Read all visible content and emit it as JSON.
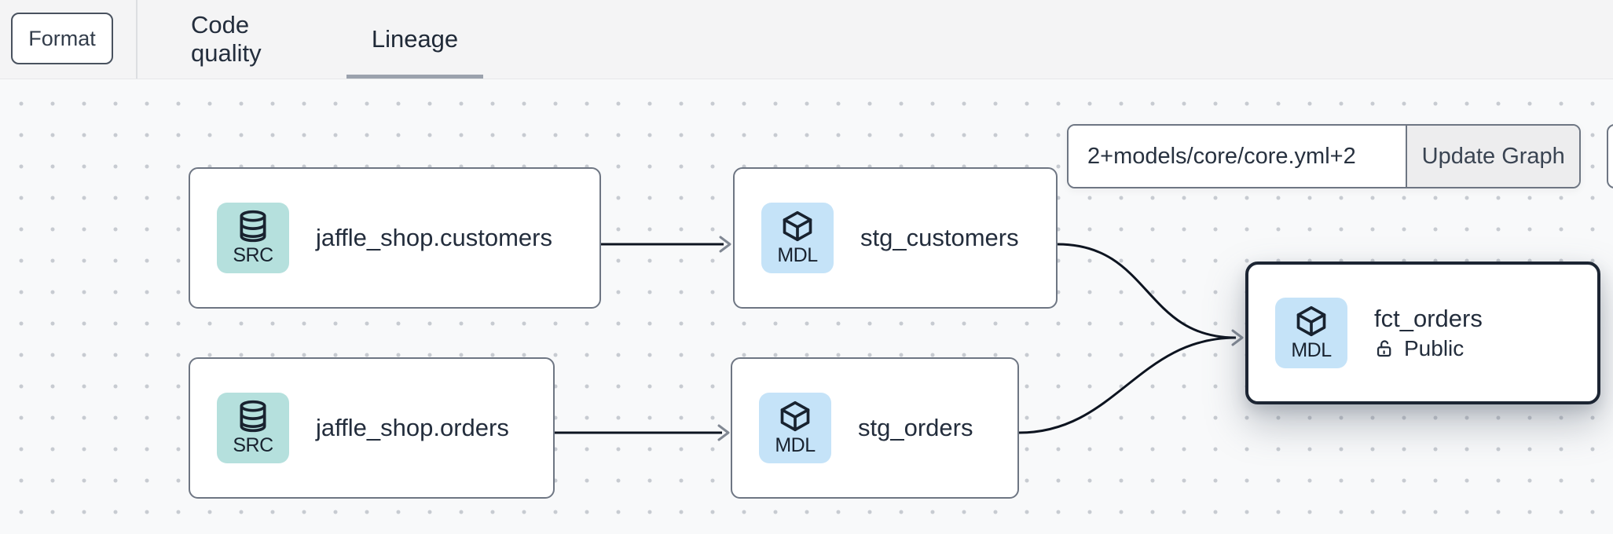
{
  "header": {
    "format_button": "Format",
    "tabs": [
      {
        "label": "Code quality",
        "active": false
      },
      {
        "label": "Lineage",
        "active": true
      }
    ]
  },
  "toolbar": {
    "selector_value": "2+models/core/core.yml+2",
    "update_button": "Update Graph"
  },
  "graph": {
    "nodes": [
      {
        "id": "src_customers",
        "title": "jaffle_shop.customers",
        "badge": "SRC",
        "type": "source",
        "icon": "database-icon",
        "selected": false
      },
      {
        "id": "stg_customers",
        "title": "stg_customers",
        "badge": "MDL",
        "type": "model",
        "icon": "cube-icon",
        "selected": false
      },
      {
        "id": "src_orders",
        "title": "jaffle_shop.orders",
        "badge": "SRC",
        "type": "source",
        "icon": "database-icon",
        "selected": false
      },
      {
        "id": "stg_orders",
        "title": "stg_orders",
        "badge": "MDL",
        "type": "model",
        "icon": "cube-icon",
        "selected": false
      },
      {
        "id": "fct_orders",
        "title": "fct_orders",
        "badge": "MDL",
        "type": "model",
        "icon": "cube-icon",
        "access": "Public",
        "access_icon": "unlock-icon",
        "selected": true
      }
    ],
    "edges": [
      {
        "from": "src_customers",
        "to": "stg_customers"
      },
      {
        "from": "src_orders",
        "to": "stg_orders"
      },
      {
        "from": "stg_customers",
        "to": "fct_orders"
      },
      {
        "from": "stg_orders",
        "to": "fct_orders"
      }
    ]
  },
  "colors": {
    "header_bg": "#f4f4f5",
    "canvas_bg": "#f8f9fa",
    "dot_grid": "#c7cbd1",
    "source_badge": "#b5e0dd",
    "model_badge": "#c5e3f8",
    "node_border": "#6e7683",
    "selected_node_border": "#1c2533",
    "edge_line": "#0d1420",
    "arrowhead": "#818893",
    "tab_underline": "#9ba2ad",
    "text": "#242e3d",
    "update_button_bg": "#ededee"
  }
}
